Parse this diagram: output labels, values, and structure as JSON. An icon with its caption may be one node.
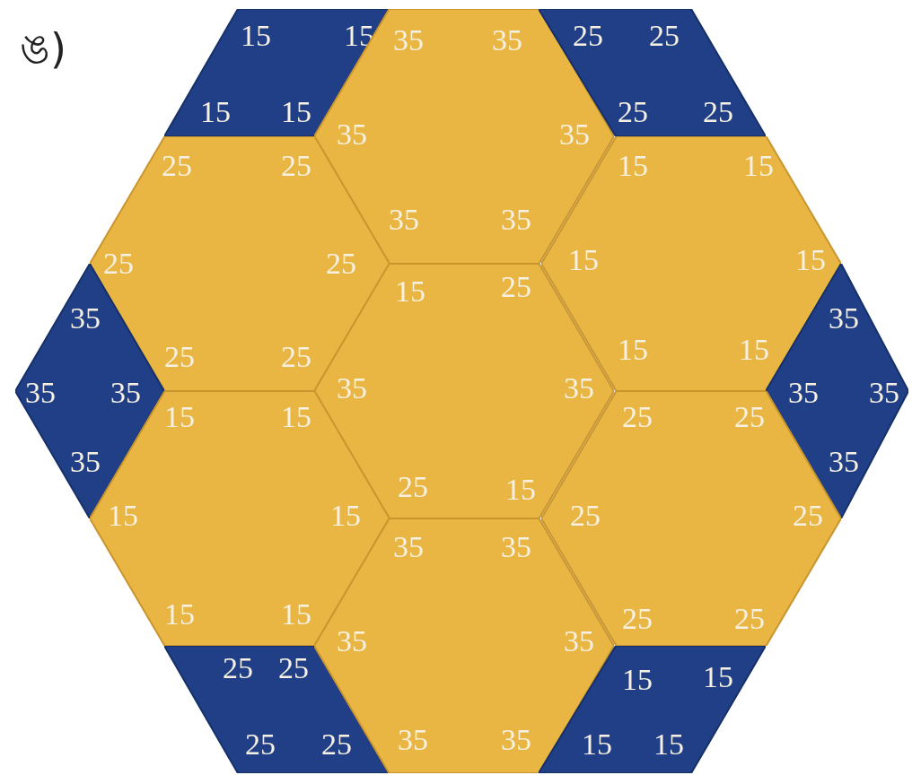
{
  "diagram": {
    "nodes": [
      {
        "text": [
          "15",
          "15",
          "15",
          "15"
        ]
      },
      {
        "text": [
          "35",
          "35",
          "35",
          "35",
          "35",
          "35"
        ]
      },
      {
        "text": [
          "25",
          "25",
          "25",
          "25"
        ]
      },
      {
        "text": [
          "25",
          "25",
          "25",
          "25",
          "25",
          "25"
        ]
      },
      {
        "text": [
          "15",
          "15",
          "15",
          "15",
          "15",
          "15"
        ]
      },
      {
        "text": [
          "35",
          "35",
          "35",
          "35"
        ]
      },
      {
        "text": [
          "15",
          "25",
          "35",
          "35",
          "25",
          "15"
        ]
      },
      {
        "text": [
          "35",
          "35",
          "35",
          "35"
        ]
      },
      {
        "text": [
          "15",
          "15",
          "15",
          "15",
          "15",
          "15"
        ]
      },
      {
        "text": [
          "25",
          "25",
          "25",
          "25",
          "25",
          "25"
        ]
      },
      {
        "text": [
          "25",
          "25",
          "25",
          "25"
        ]
      },
      {
        "text": [
          "35",
          "35",
          "35",
          "35",
          "35",
          "35"
        ]
      },
      {
        "text": [
          "15",
          "15",
          "15",
          "15"
        ]
      }
    ],
    "labels": [
      "ঙ)"
    ]
  }
}
